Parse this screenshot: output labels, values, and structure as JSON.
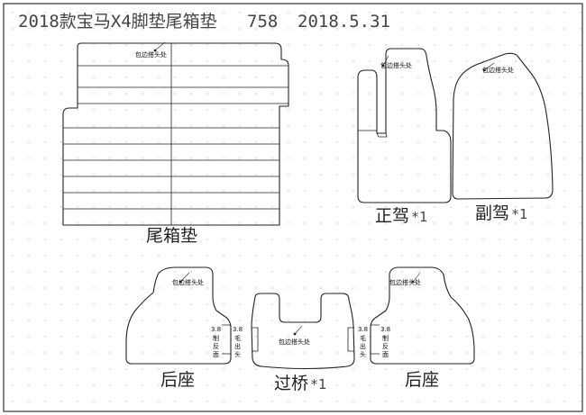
{
  "title": {
    "model": "2018款宝马X4脚垫尾箱垫",
    "code": "758",
    "date": "2018.5.31"
  },
  "notes": {
    "edge_joint": "包边搭头处"
  },
  "pieces": {
    "trunk_mat": {
      "label": "尾箱垫"
    },
    "driver": {
      "label": "正驾",
      "qty": "*1"
    },
    "passenger": {
      "label": "副驾",
      "qty": "*1"
    },
    "rear_left": {
      "label": "后座"
    },
    "bridge": {
      "label": "过桥",
      "qty": "*1"
    },
    "rear_right": {
      "label": "后座"
    }
  },
  "seam_marks": {
    "dim": "3.8",
    "reverse": [
      "制",
      "反",
      "面"
    ],
    "fur": [
      "毛",
      "出",
      "头"
    ]
  },
  "colors": {
    "border": "#333333",
    "line": "#222222",
    "dot": "#bbbbbb"
  }
}
